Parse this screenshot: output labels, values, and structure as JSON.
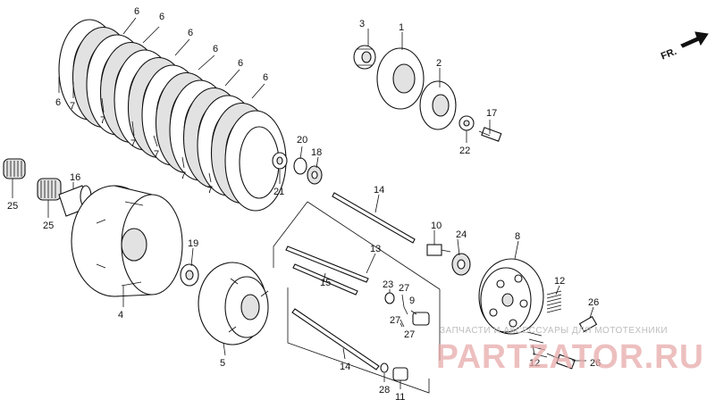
{
  "diagram": {
    "labels": {
      "6a": "6",
      "6b": "6",
      "6c": "6",
      "6d": "6",
      "6e": "6",
      "6f": "6",
      "6g": "6",
      "7a": "7",
      "7b": "7",
      "7c": "7",
      "7d": "7",
      "7e": "7",
      "7f": "7",
      "1": "1",
      "2": "2",
      "3": "3",
      "4": "4",
      "5": "5",
      "8": "8",
      "9": "9",
      "10": "10",
      "11": "11",
      "12a": "12",
      "12b": "12",
      "13": "13",
      "14a": "14",
      "14b": "14",
      "15": "15",
      "16": "16",
      "17": "17",
      "18": "18",
      "19": "19",
      "20": "20",
      "21": "21",
      "22": "22",
      "23": "23",
      "24": "24",
      "25a": "25",
      "25b": "25",
      "26a": "26",
      "26b": "26",
      "27a": "27",
      "27b": "27",
      "27c": "27",
      "28": "28"
    },
    "front_arrow": "FR.",
    "watermark": {
      "caption": "ЗАПЧАСТИ И АКСЕССУАРЫ ДЛЯ МОТОТЕХНИКИ",
      "brand": "PARTZATOR.RU"
    }
  }
}
